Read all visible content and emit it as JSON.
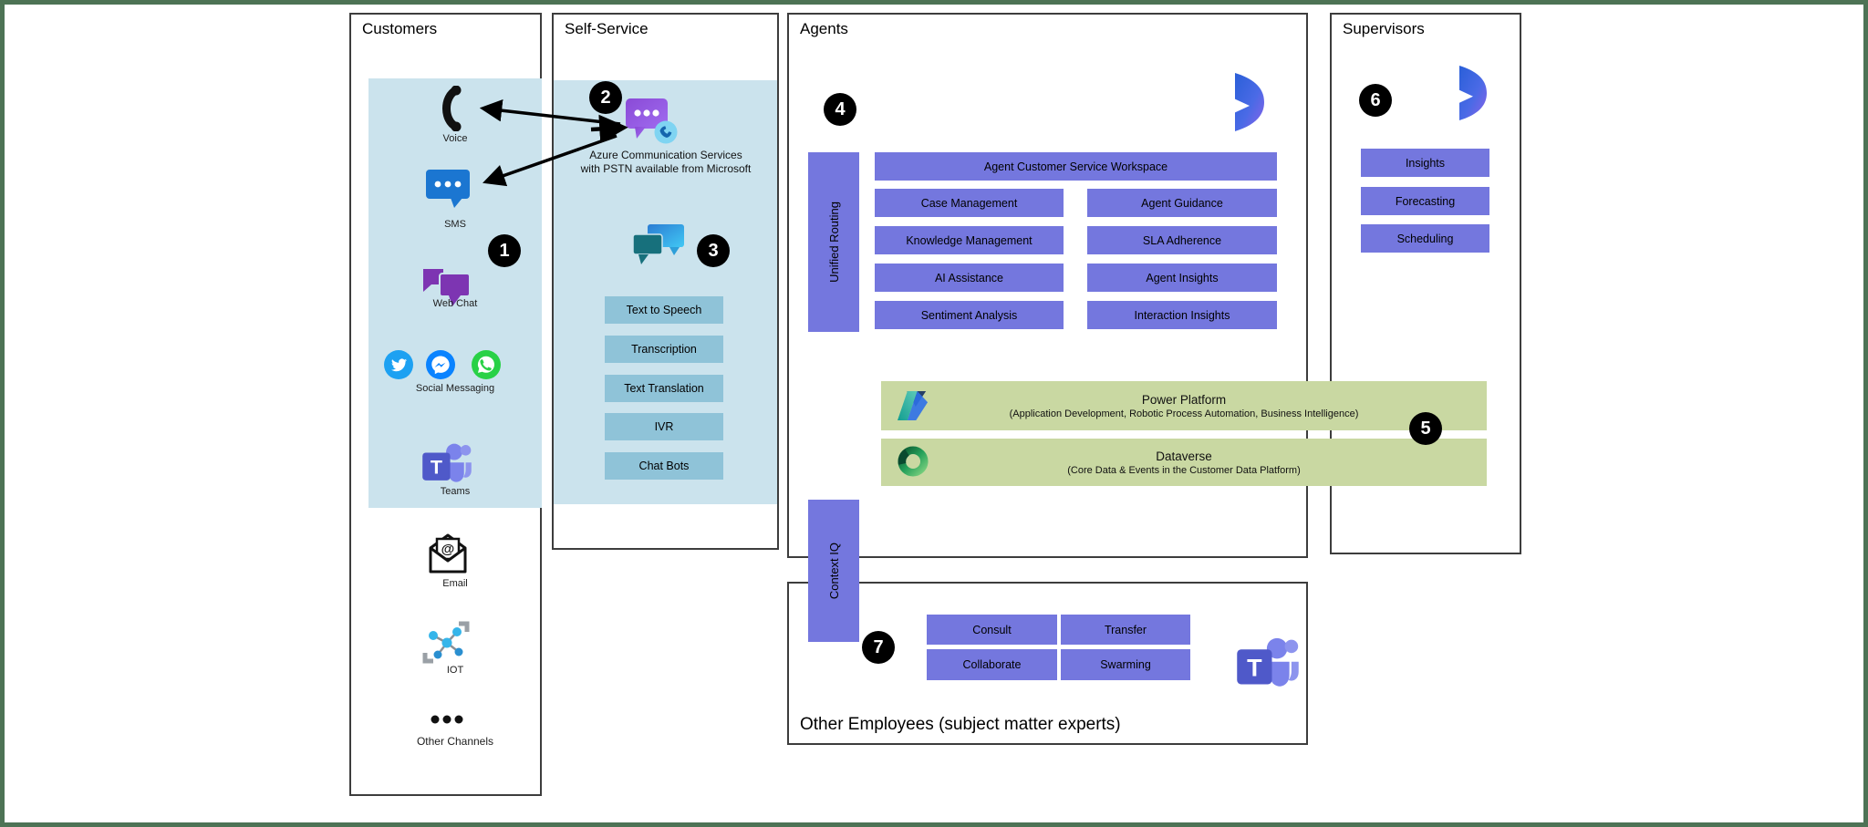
{
  "customers": {
    "title": "Customers",
    "items": [
      {
        "label": "Voice"
      },
      {
        "label": "SMS"
      },
      {
        "label": "Web Chat"
      },
      {
        "label": "Social Messaging"
      },
      {
        "label": "Teams"
      },
      {
        "label": "Email"
      },
      {
        "label": "IOT"
      },
      {
        "label": "Other Channels"
      }
    ]
  },
  "self_service": {
    "title": "Self-Service",
    "acs_label": "Azure Communication Services with PSTN available from Microsoft",
    "buttons": [
      "Text to Speech",
      "Transcription",
      "Text Translation",
      "IVR",
      "Chat Bots"
    ]
  },
  "agents": {
    "title": "Agents",
    "unified_routing": "Unified Routing",
    "workspace": "Agent Customer Service Workspace",
    "left_buttons": [
      "Case Management",
      "Knowledge Management",
      "AI Assistance",
      "Sentiment Analysis"
    ],
    "right_buttons": [
      "Agent Guidance",
      "SLA Adherence",
      "Agent Insights",
      "Interaction Insights"
    ],
    "context_iq": "Context IQ"
  },
  "platform": {
    "power_title": "Power Platform",
    "power_sub": "(Application Development, Robotic Process Automation, Business Intelligence)",
    "dataverse_title": "Dataverse",
    "dataverse_sub": "(Core Data & Events in the Customer Data Platform)"
  },
  "supervisors": {
    "title": "Supervisors",
    "buttons": [
      "Insights",
      "Forecasting",
      "Scheduling"
    ]
  },
  "other_employees": {
    "title": "Other Employees (subject matter experts)",
    "buttons": [
      "Consult",
      "Transfer",
      "Collaborate",
      "Swarming"
    ]
  },
  "badges": {
    "b1": "1",
    "b2": "2",
    "b3": "3",
    "b4": "4",
    "b5": "5",
    "b6": "6",
    "b7": "7"
  },
  "glyphs": {
    "teams_letter": "T",
    "email_at": "@"
  },
  "colors": {
    "node_purple": "#7477de",
    "panel_blue": "#cbe3ed",
    "node_blue": "#8fc3d8",
    "bar_green": "#c9d8a2",
    "frame_green": "#4d7355"
  }
}
